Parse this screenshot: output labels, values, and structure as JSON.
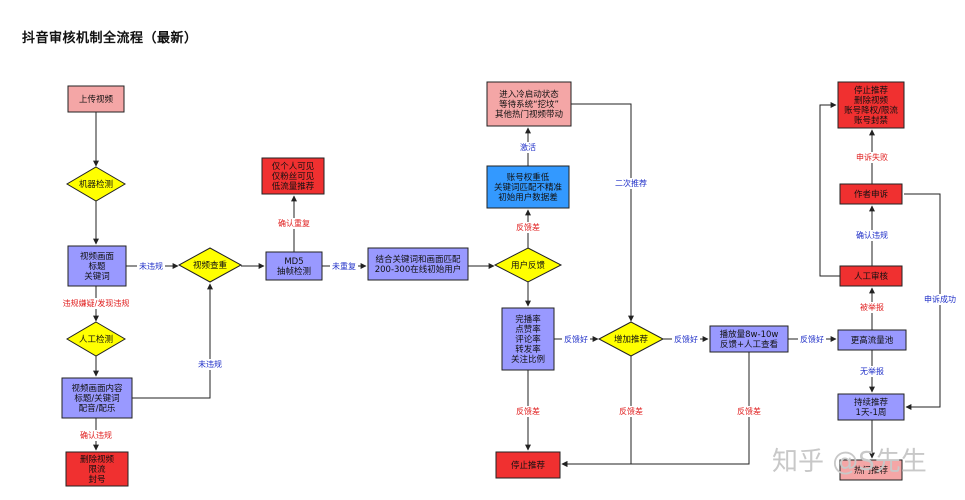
{
  "title": "抖音审核机制全流程（最新）",
  "colors": {
    "pink": "#f4a6a6",
    "red": "#f03030",
    "yellow": "#ffff00",
    "purple": "#9999ff",
    "blue": "#3399ff",
    "line": "#222222",
    "label_red": "#e02020",
    "label_blue": "#2030c8"
  },
  "nodes": {
    "upload": {
      "lines": [
        "上传视频"
      ]
    },
    "machine_check": {
      "lines": [
        "机器检测"
      ]
    },
    "video_frames": {
      "lines": [
        "视频画面",
        "标题",
        "关键词"
      ]
    },
    "manual_check": {
      "lines": [
        "人工检测"
      ]
    },
    "video_content": {
      "lines": [
        "视频画面内容",
        "标题/关键词",
        "配音/配乐"
      ]
    },
    "delete_video": {
      "lines": [
        "删除视频",
        "限流",
        "封号"
      ]
    },
    "video_dedup": {
      "lines": [
        "视频查重"
      ]
    },
    "md5": {
      "lines": [
        "MD5",
        "抽帧检测"
      ]
    },
    "self_visible": {
      "lines": [
        "仅个人可见",
        "仅粉丝可见",
        "低流量推荐"
      ]
    },
    "keyword_match": {
      "lines": [
        "结合关键词和画面匹配",
        "200-300在线初始用户"
      ]
    },
    "user_feedback": {
      "lines": [
        "用户反馈"
      ]
    },
    "low_weight": {
      "lines": [
        "账号权重低",
        "关键词匹配不精准",
        "初始用户数据差"
      ]
    },
    "cold_start": {
      "lines": [
        "进入冷启动状态",
        "等待系统“挖坟”",
        "其他热门视频带动"
      ]
    },
    "metrics": {
      "lines": [
        "完播率",
        "点赞率",
        "评论率",
        "转发率",
        "关注比例"
      ]
    },
    "boost": {
      "lines": [
        "增加推荐"
      ]
    },
    "stop_recommend": {
      "lines": [
        "停止推荐"
      ]
    },
    "plays": {
      "lines": [
        "播放量8w-10w",
        "反馈+人工查看"
      ]
    },
    "higher_pool": {
      "lines": [
        "更高流量池"
      ]
    },
    "continued": {
      "lines": [
        "持续推荐",
        "1天-1周"
      ]
    },
    "hot": {
      "lines": [
        "热门推荐"
      ]
    },
    "human_review": {
      "lines": [
        "人工审核"
      ]
    },
    "author_appeal": {
      "lines": [
        "作者申诉"
      ]
    },
    "stop_all": {
      "lines": [
        "停止推荐",
        "删除视频",
        "账号降权/限流",
        "账号封禁"
      ]
    }
  },
  "edge_labels": {
    "not_violating_1": "未违规",
    "suspected_violation": "违规嫌疑/发现违规",
    "confirmed_violation_1": "确认违规",
    "not_violating_2": "未违规",
    "not_duplicate": "未重复",
    "confirmed_duplicate": "确认重复",
    "feedback_bad_1": "反馈差",
    "activate": "激活",
    "second_recommend": "二次推荐",
    "feedback_good_1": "反馈好",
    "feedback_good_2": "反馈好",
    "feedback_good_3": "反馈好",
    "feedback_bad_2": "反馈差",
    "feedback_bad_3": "反馈差",
    "feedback_bad_4": "反馈差",
    "no_report": "无举报",
    "reported": "被举报",
    "confirmed_violation_2": "确认违规",
    "appeal_failed": "申诉失败",
    "appeal_success": "申诉成功"
  },
  "watermark": "知乎 @S先生"
}
